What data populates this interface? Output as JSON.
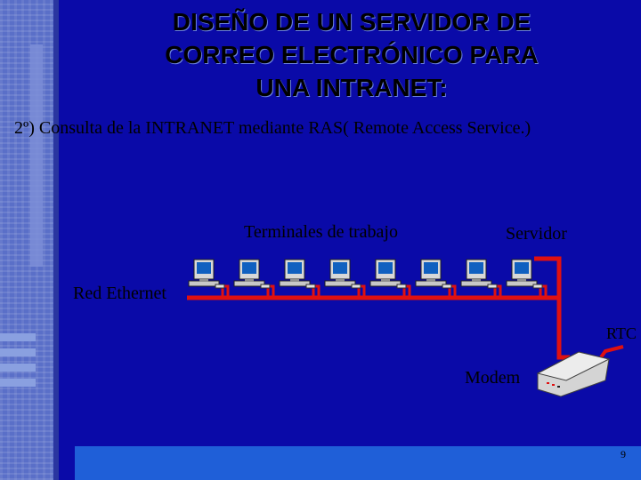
{
  "slide": {
    "title_lines": [
      "DISEÑO DE UN SERVIDOR DE",
      "CORREO ELECTRÓNICO PARA",
      "UNA INTRANET:"
    ],
    "subtitle": "2º) Consulta de la INTRANET mediante RAS( Remote Access Service.)",
    "page_number": "9"
  },
  "diagram": {
    "labels": {
      "terminals": "Terminales de trabajo",
      "server": "Servidor",
      "ethernet": "Red Ethernet",
      "rtc": "RTC",
      "modem": "Modem"
    },
    "workstation_count": 8,
    "colors": {
      "background": "#0a0aa8",
      "network_line": "#e01010",
      "text": "#000000"
    },
    "icons": [
      "computer-icon",
      "server-icon",
      "modem-icon"
    ]
  }
}
